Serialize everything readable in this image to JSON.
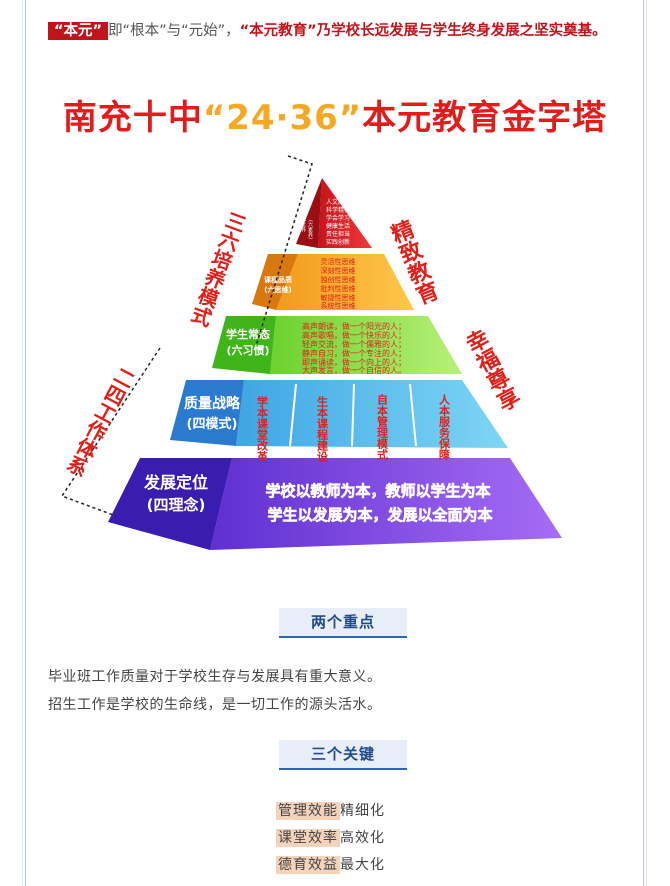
{
  "intro": {
    "tag": "“本元”",
    "seg1": "即“根本”与“元始”，",
    "seg2": "“本元教育”乃学校长远发展与学生终身发展之坚实奠基。"
  },
  "title": {
    "part1": "南充十中",
    "numbers": "“24·36”",
    "part2": "本元教育金字塔"
  },
  "pyramid": {
    "levels": [
      {
        "label": "发展定位",
        "sub": "(四理念)",
        "content_lines": [
          "学校以教师为本，教师以学生为本",
          "学生以发展为本，发展以全面为本"
        ],
        "color": "#7b4fe0"
      },
      {
        "label": "质量战略",
        "sub": "(四模式)",
        "cells": [
          "学本课堂改革",
          "生本课程建设",
          "自本管理模式",
          "人本服务保障"
        ],
        "color": "#5bc3ea"
      },
      {
        "label": "学生常态",
        "sub": "(六习惯)",
        "content_lines": [
          "高声朗读，做一个阳光的人；",
          "高声歌唱，做一个快乐的人；",
          "轻声交流，做一个儒雅的人；",
          "静声自习，做一个专注的人；",
          "即声诵读，做一个向上的人；",
          "大声发言，做一个自信的人。"
        ],
        "color": "#8ee04c"
      },
      {
        "label": "课程品质",
        "sub": "(六思维)",
        "content_lines": [
          "灵活性思维",
          "深刻性思维",
          "独创性思维",
          "批判性思维",
          "敏捷性思维",
          "系统性思维"
        ],
        "color": "#f7a823"
      },
      {
        "label": "核心素养",
        "sub": "(六素养)",
        "content_lines": [
          "人文底蕴",
          "科学精神",
          "学会学习",
          "健康生活",
          "责任担当",
          "实践创新"
        ],
        "color": "#d8232a"
      }
    ],
    "left_labels": {
      "upper": "三六培养模式",
      "lower": "二四工作体系"
    },
    "right_labels": {
      "upper": "精致教育",
      "lower": "幸福尊享"
    }
  },
  "section1": {
    "heading": "两个重点",
    "lines": [
      "毕业班工作质量对于学校生存与发展具有重大意义。",
      "招生工作是学校的生命线，是一切工作的源头活水。"
    ]
  },
  "section2": {
    "heading": "三个关键",
    "items": [
      {
        "hl": "管理效能",
        "rest": "精细化"
      },
      {
        "hl": "课堂效率",
        "rest": "高效化"
      },
      {
        "hl": "德育效益",
        "rest": "最大化"
      }
    ]
  }
}
